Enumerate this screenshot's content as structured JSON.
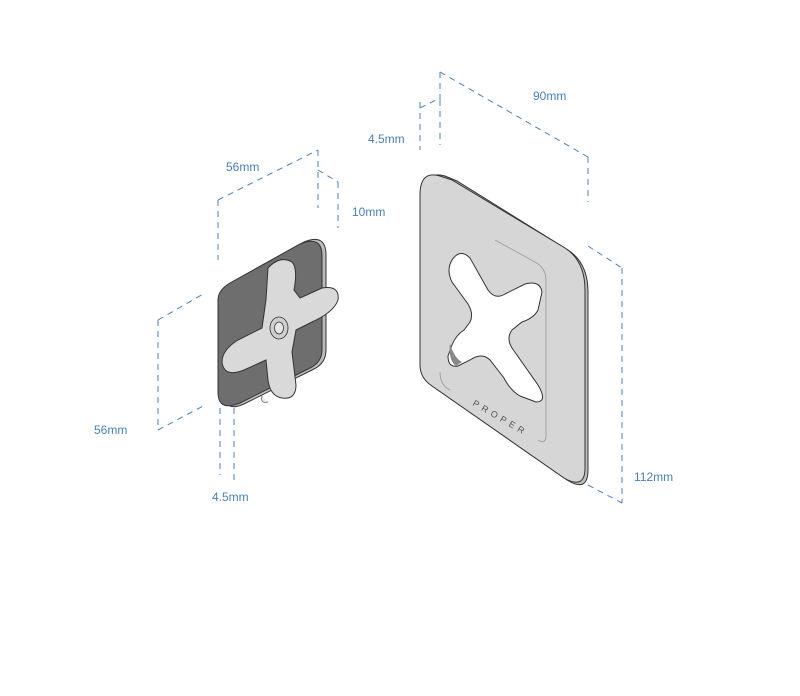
{
  "dimensions": {
    "large_width": "90mm",
    "large_thickness": "4.5mm",
    "large_height": "112mm",
    "small_width": "56mm",
    "small_depth": "10mm",
    "small_height": "56mm",
    "small_thickness": "4.5mm"
  },
  "plate": {
    "brand": "PROPER"
  },
  "colors": {
    "dimension": "#4a80b8",
    "plate": "#d6d6d6",
    "pad": "#6e6e6e",
    "cross": "#d9d9d9"
  }
}
